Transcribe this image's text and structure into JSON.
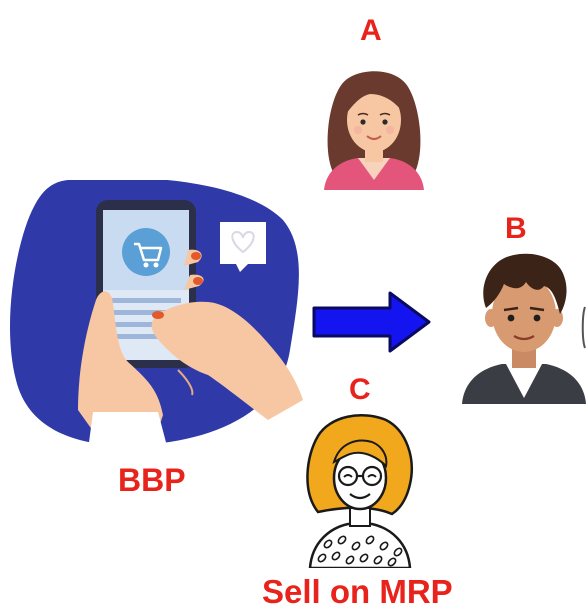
{
  "labels": {
    "person_a": "A",
    "person_b": "B",
    "person_c": "C",
    "platform": "BBP",
    "sell_note": "Sell on MRP"
  },
  "colors": {
    "label_red": "#e8231c",
    "blob_blue": "#2f3aa8",
    "arrow_blue": "#1414f0",
    "skin": "#f6c7a2",
    "nail_red": "#e25a2b",
    "hair_brown": "#6b3a2e",
    "hair_blonde": "#f2a81c",
    "shirt_pink": "#e4557c"
  },
  "icons": [
    "shopping-cart-icon",
    "heart-icon"
  ]
}
